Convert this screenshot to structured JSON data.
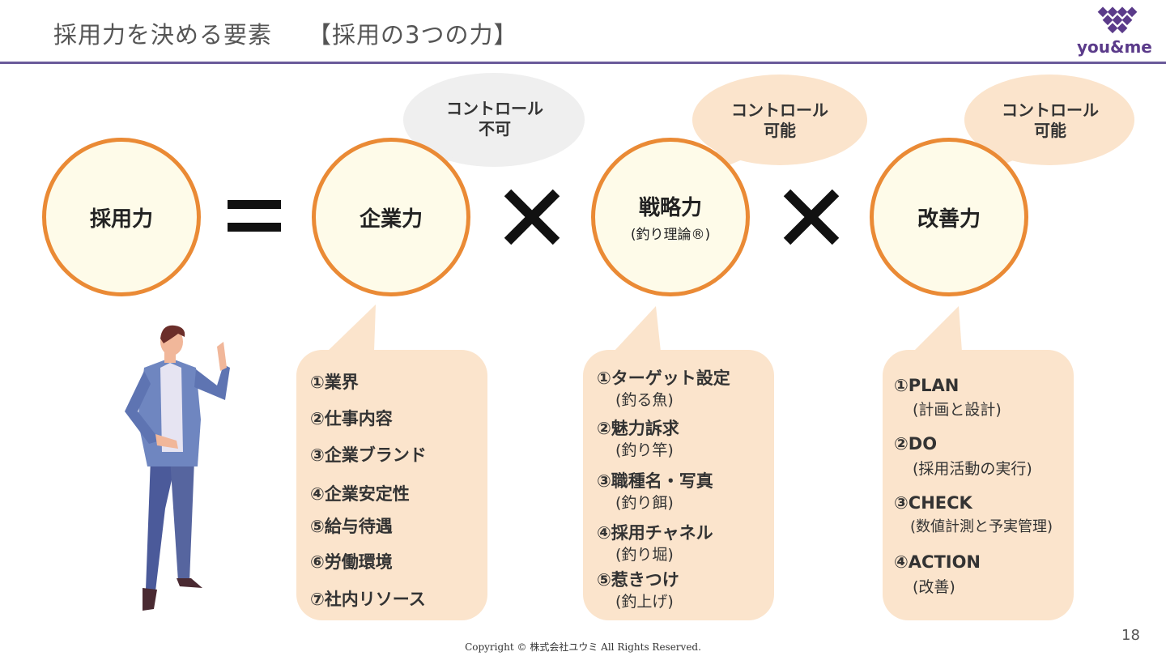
{
  "header": {
    "title": "採用力を決める要素",
    "subtitle": "【採用の3つの力】",
    "logo_text": "you&me",
    "logo_small": "you&me"
  },
  "equation": {
    "saiyo": "採用力",
    "kigyo": "企業力",
    "senryaku": "戦略力",
    "senryaku_note": "(釣り理論®)",
    "kaizen": "改善力"
  },
  "bubbles": {
    "kigyo": [
      "コントロール",
      "不可"
    ],
    "senryaku": [
      "コントロール",
      "可能"
    ],
    "kaizen": [
      "コントロール",
      "可能"
    ]
  },
  "cards": {
    "kigyo": [
      "①業界",
      "②仕事内容",
      "③企業ブランド",
      "④企業安定性",
      "⑤給与待遇",
      "⑥労働環境",
      "⑦社内リソース"
    ],
    "senryaku": [
      {
        "label": "①ターゲット設定",
        "sub": "(釣る魚)"
      },
      {
        "label": "②魅力訴求",
        "sub": "(釣り竿)"
      },
      {
        "label": "③職種名・写真",
        "sub": "(釣り餌)"
      },
      {
        "label": "④採用チャネル",
        "sub": "(釣り堀)"
      },
      {
        "label": "⑤惹きつけ",
        "sub": "(釣上げ)"
      }
    ],
    "kaizen": [
      {
        "label": "①PLAN",
        "sub": "(計画と設計)"
      },
      {
        "label": "②DO",
        "sub": "(採用活動の実行)"
      },
      {
        "label": "③CHECK",
        "sub": "(数値計測と予実管理)"
      },
      {
        "label": "④ACTION",
        "sub": "(改善)"
      }
    ]
  },
  "footer": {
    "page_number": "18",
    "copyright": "Copyright © 株式会社ユウミ All Rights Reserved."
  },
  "colors": {
    "accent_orange": "#ea8a35",
    "circle_fill": "#fefbe9",
    "card_fill": "#fbe4cc",
    "gray_bubble": "#efefef",
    "brand_purple": "#6a5a9a"
  }
}
